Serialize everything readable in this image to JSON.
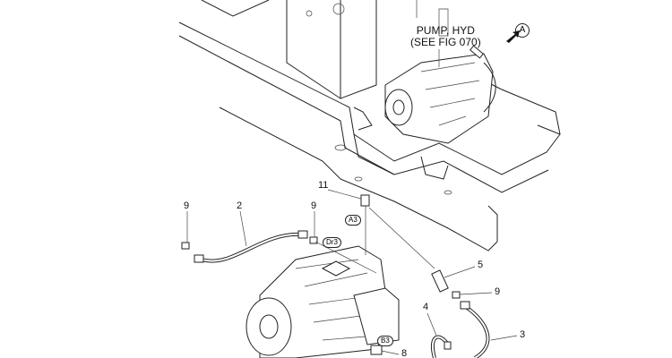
{
  "title_line1": "PUMP, HYD",
  "title_line2": "(SEE FIG 070)",
  "view_marker": "A",
  "callouts": {
    "c11": "11",
    "c9a": "9",
    "c2": "2",
    "c9b": "9",
    "c5": "5",
    "c9c": "9",
    "c4": "4",
    "c3": "3",
    "c8": "8"
  },
  "ports": {
    "a3": "A3",
    "dr3": "Dr3",
    "b3": "B3"
  }
}
